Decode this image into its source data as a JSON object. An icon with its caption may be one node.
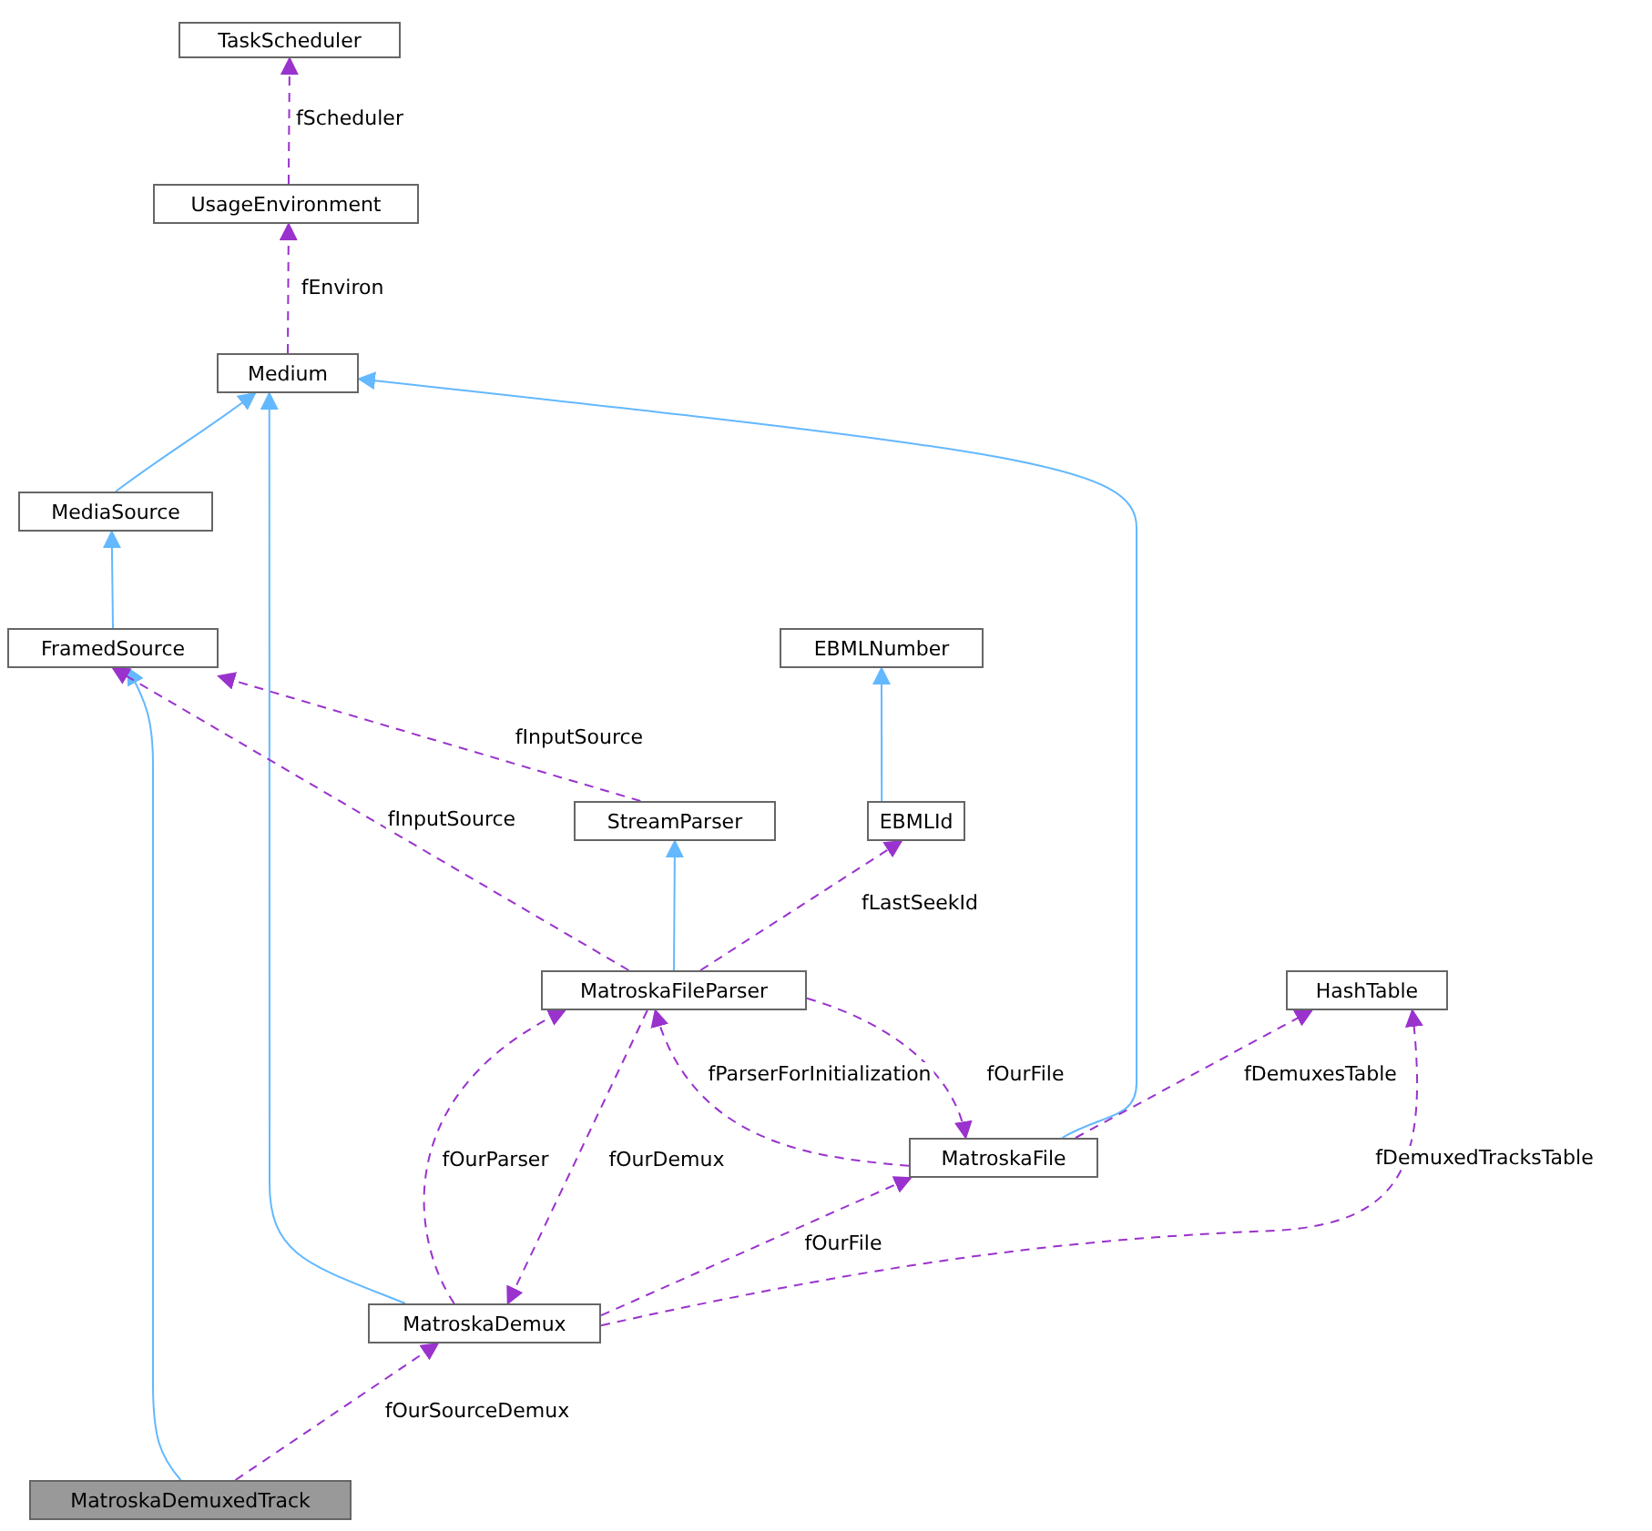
{
  "diagram": {
    "nodes": [
      {
        "text": [
          "TaskScheduler"
        ]
      },
      {
        "text": [
          "UsageEnvironment"
        ]
      },
      {
        "text": [
          "Medium"
        ]
      },
      {
        "text": [
          "MediaSource"
        ]
      },
      {
        "text": [
          "FramedSource"
        ]
      },
      {
        "text": [
          "EBMLNumber"
        ]
      },
      {
        "text": [
          "StreamParser"
        ]
      },
      {
        "text": [
          "EBMLId"
        ]
      },
      {
        "text": [
          "MatroskaFileParser"
        ]
      },
      {
        "text": [
          "HashTable"
        ]
      },
      {
        "text": [
          "MatroskaFile"
        ]
      },
      {
        "text": [
          "MatroskaDemux"
        ]
      },
      {
        "text": [
          "MatroskaDemuxedTrack"
        ]
      }
    ],
    "edges": [
      {
        "from": 1,
        "to": 0,
        "arrow": "to",
        "label": "fScheduler",
        "style": "dashed"
      },
      {
        "from": 2,
        "to": 1,
        "arrow": "to",
        "label": "fEnviron",
        "style": "dashed"
      },
      {
        "from": 3,
        "to": 2,
        "arrow": "to",
        "color": "#63b8ff"
      },
      {
        "from": 4,
        "to": 3,
        "arrow": "to",
        "color": "#63b8ff"
      },
      {
        "from": 10,
        "to": 2,
        "arrow": "to",
        "color": "#63b8ff"
      },
      {
        "from": 11,
        "to": 2,
        "arrow": "to",
        "color": "#63b8ff"
      },
      {
        "from": 12,
        "to": 4,
        "arrow": "to",
        "color": "#63b8ff"
      },
      {
        "from": 6,
        "to": 4,
        "arrow": "to",
        "label": "fInputSource",
        "style": "dashed"
      },
      {
        "from": 8,
        "to": 4,
        "arrow": "to",
        "label": "fInputSource",
        "style": "dashed"
      },
      {
        "from": 7,
        "to": 5,
        "arrow": "to",
        "color": "#63b8ff"
      },
      {
        "from": 8,
        "to": 6,
        "arrow": "to",
        "color": "#63b8ff"
      },
      {
        "from": 8,
        "to": 7,
        "arrow": "to",
        "label": "fLastSeekId",
        "style": "dashed"
      },
      {
        "from": 8,
        "to": 10,
        "arrow": "to",
        "label": "fOurFile",
        "style": "dashed"
      },
      {
        "from": 10,
        "to": 8,
        "arrow": "to",
        "label": "fParserForInitialization",
        "style": "dashed"
      },
      {
        "from": 10,
        "to": 9,
        "arrow": "to",
        "label": "fDemuxesTable",
        "style": "dashed"
      },
      {
        "from": 11,
        "to": 8,
        "arrow": "to",
        "label": "fOurParser",
        "style": "dashed"
      },
      {
        "from": 8,
        "to": 11,
        "arrow": "to",
        "label": "fOurDemux",
        "style": "dashed"
      },
      {
        "from": 11,
        "to": 10,
        "arrow": "to",
        "label": "fOurFile",
        "style": "dashed"
      },
      {
        "from": 11,
        "to": 9,
        "arrow": "to",
        "label": "fDemuxedTracksTable",
        "style": "dashed"
      },
      {
        "from": 12,
        "to": 11,
        "arrow": "to",
        "label": "fOurSourceDemux",
        "style": "dashed"
      }
    ]
  }
}
